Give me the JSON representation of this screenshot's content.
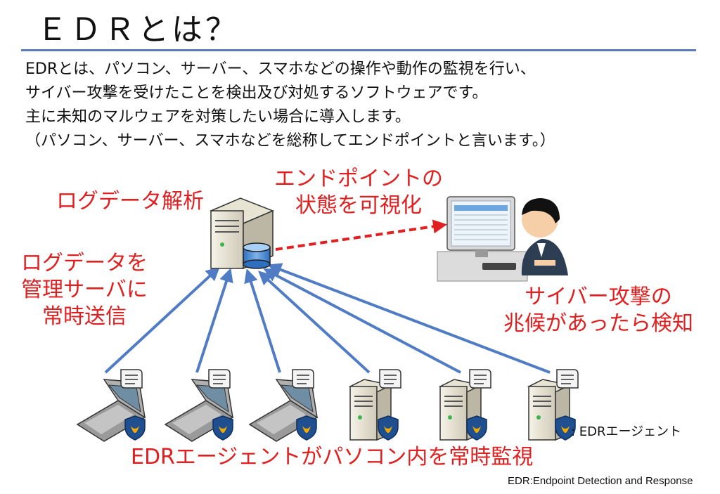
{
  "title": "ＥＤＲとは？",
  "description": [
    "EDRとは、パソコン、サーバー、スマホなどの操作や動作の監視を行い、",
    "サイバー攻撃を受けたことを検出及び対処するソフトウェアです。",
    "主に未知のマルウェアを対策したい場合に導入します。",
    "（パソコン、サーバー、スマホなどを総称してエンドポイントと言います。）"
  ],
  "labels": {
    "log_analysis": "ログデータ解析",
    "endpoint_visualize": [
      "エンドポイントの",
      "状態を可視化"
    ],
    "log_send": [
      "ログデータを",
      "管理サーバに",
      "常時送信"
    ],
    "attack_detect": [
      "サイバー攻撃の",
      "兆候があったら検知"
    ],
    "agent_monitor": "EDRエージェントがパソコン内を常時監視"
  },
  "legend": ": EDRエージェント",
  "footer": "EDR:Endpoint Detection and Response",
  "colors": {
    "accent_red": "#e02020",
    "arrow_blue": "#4f7cc4",
    "rule_blue": "#5b7bb5"
  },
  "endpoints": [
    "laptop",
    "laptop",
    "laptop",
    "tower-server",
    "tower-server",
    "tower-server"
  ]
}
